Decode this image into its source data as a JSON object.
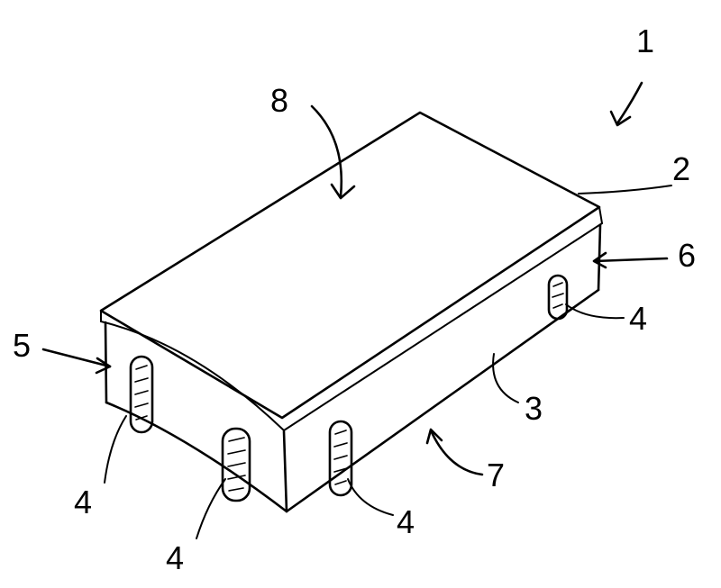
{
  "figure": {
    "labels": {
      "ref_1": "1",
      "ref_2": "2",
      "ref_3": "3",
      "ref_4_right": "4",
      "ref_4_left": "4",
      "ref_4_bottom_left": "4",
      "ref_4_bottom_right": "4",
      "ref_5": "5",
      "ref_6": "6",
      "ref_7": "7",
      "ref_8": "8"
    }
  }
}
